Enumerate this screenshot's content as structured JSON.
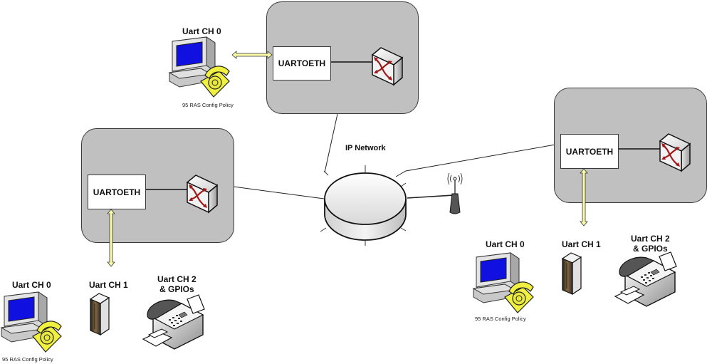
{
  "network": {
    "label": "IP Network"
  },
  "top_group": {
    "bridge_label": "UARTOETH",
    "device": {
      "label": "Uart CH 0",
      "caption": "95 RAS Config Policy"
    }
  },
  "left_group": {
    "bridge_label": "UARTOETH",
    "devices": [
      {
        "label": "Uart CH 0",
        "caption": "95 RAS Config Policy"
      },
      {
        "label": "Uart CH 1"
      },
      {
        "label_line1": "Uart CH 2",
        "label_line2": "& GPIOs"
      }
    ]
  },
  "right_group": {
    "bridge_label": "UARTOETH",
    "devices": [
      {
        "label": "Uart CH 0",
        "caption": "95 RAS Config Policy"
      },
      {
        "label": "Uart CH 1"
      },
      {
        "label_line1": "Uart CH 2",
        "label_line2": "& GPIOs"
      }
    ]
  },
  "colors": {
    "group_fill": "#c0c0c0",
    "arrow_fill": "#fafaa8",
    "screen_blue": "#1010e0",
    "phone_yellow": "#f0f040",
    "switch_arrow_red": "#a01818"
  }
}
